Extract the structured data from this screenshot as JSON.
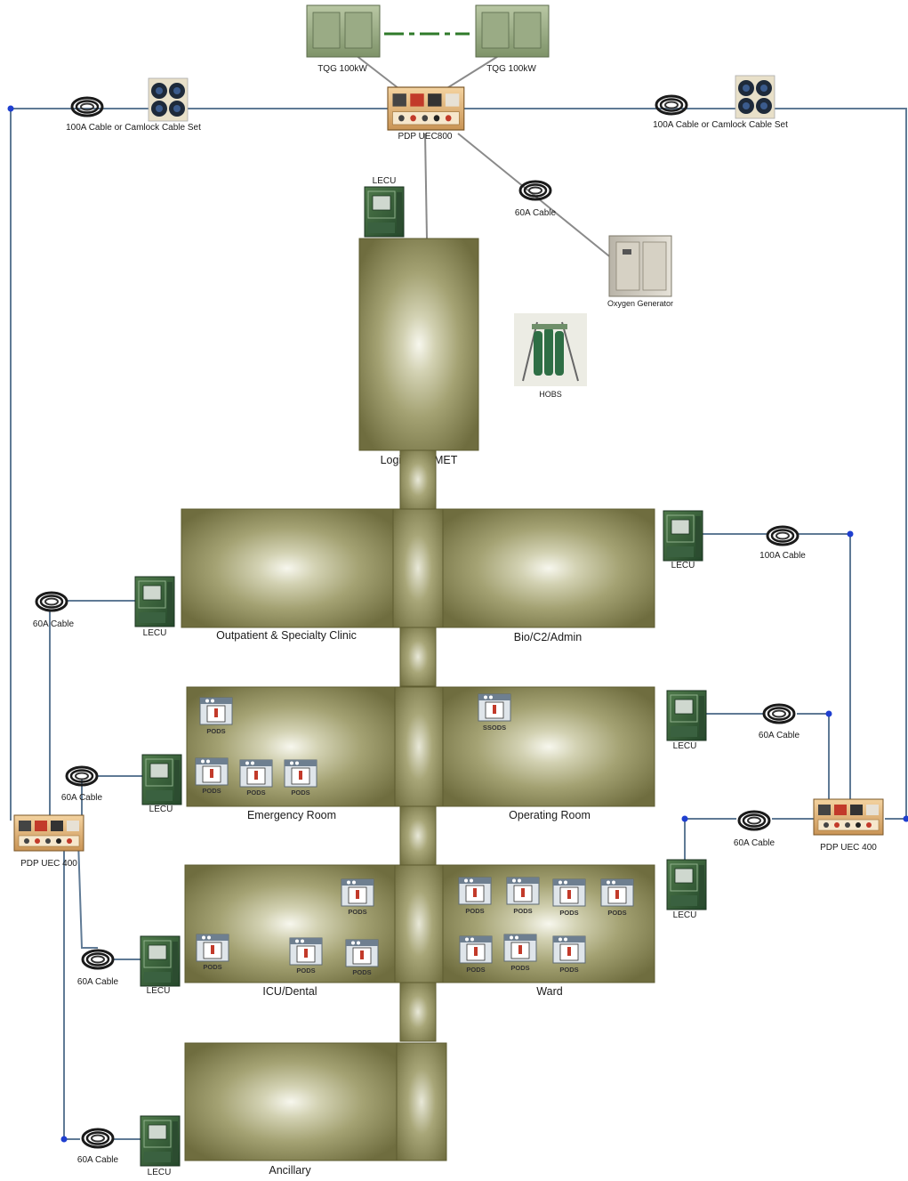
{
  "diagram": {
    "generators": [
      {
        "id": "tqg1",
        "label": "TQG 100kW"
      },
      {
        "id": "tqg2",
        "label": "TQG 100kW"
      }
    ],
    "main_pdp": {
      "label": "PDP UEC800"
    },
    "cable_sets": {
      "left": {
        "label": "100A Cable or Camlock Cable Set"
      },
      "right": {
        "label": "100A Cable or  Camlock Cable Set"
      }
    },
    "top_lecu": {
      "label": "LECU"
    },
    "oxygen_cable": {
      "label": "60A Cable"
    },
    "oxygen_generator": {
      "label": "Oxygen Generator"
    },
    "hobs": {
      "label": "HOBS"
    },
    "zones": {
      "logistics": {
        "label": "Logistics/BMET"
      },
      "outpatient": {
        "label": "Outpatient & Specialty Clinic"
      },
      "bio": {
        "label": "Bio/C2/Admin"
      },
      "emergency": {
        "label": "Emergency Room"
      },
      "operating": {
        "label": "Operating Room"
      },
      "icu": {
        "label": "ICU/Dental"
      },
      "ward": {
        "label": "Ward"
      },
      "ancillary": {
        "label": "Ancillary"
      }
    },
    "pods_label": "PODS",
    "ssods_label": "SSODS",
    "lecu_label": "LECU",
    "left_pdp": {
      "label": "PDP UEC 400"
    },
    "right_pdp": {
      "label": "PDP UEC 400"
    },
    "side_cables": {
      "outpatient": {
        "label": "60A Cable"
      },
      "emergency": {
        "label": "60A Cable"
      },
      "icu": {
        "label": "60A Cable"
      },
      "ancillary": {
        "label": "60A Cable"
      },
      "bio": {
        "label": "100A Cable"
      },
      "operating": {
        "label": "60A Cable"
      },
      "ward": {
        "label": "60A Cable"
      }
    }
  }
}
